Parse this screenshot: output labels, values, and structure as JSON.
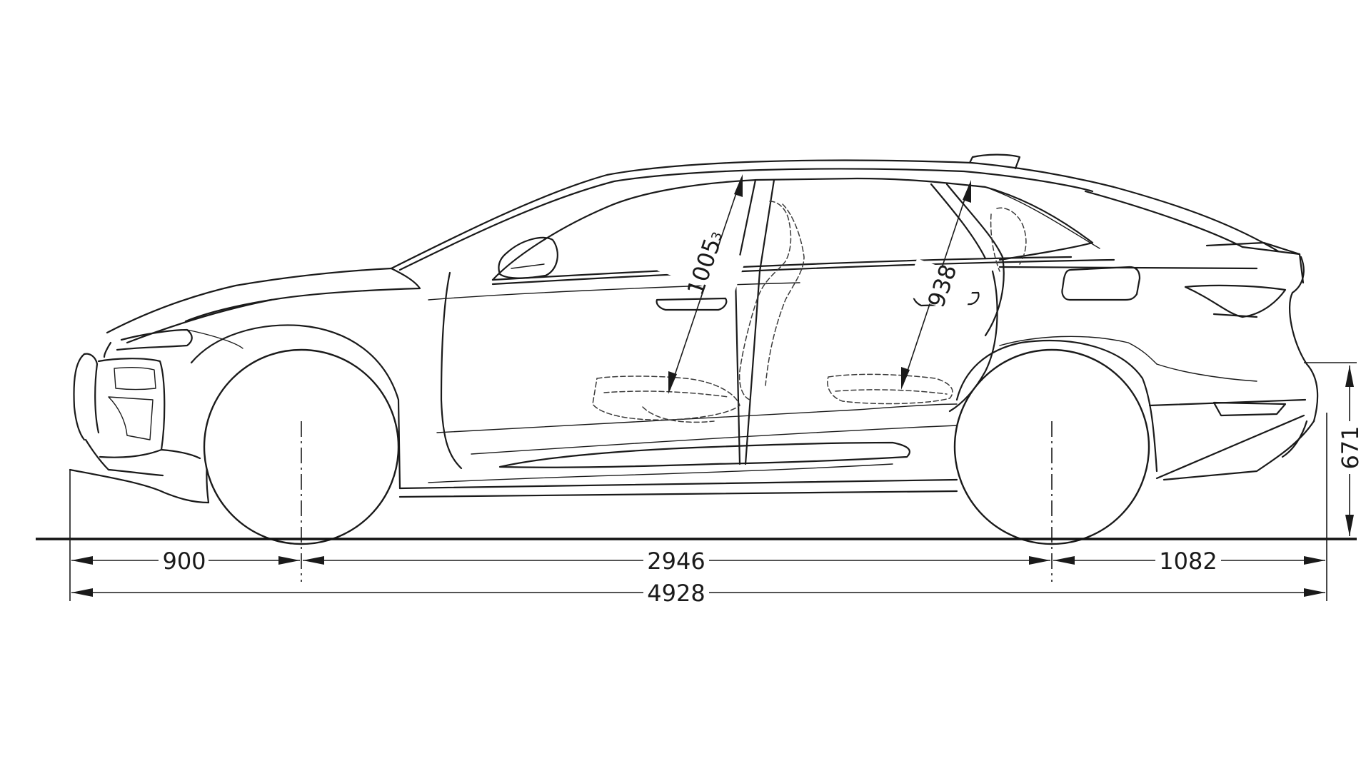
{
  "diagram": {
    "front_overhang": "900",
    "wheelbase": "2946",
    "rear_overhang": "1082",
    "overall_length": "4928",
    "front_headroom": "1005",
    "front_headroom_suffix": "3",
    "rear_headroom": "938",
    "rear_height": "671"
  },
  "colors": {
    "line": "#1a1a1a",
    "background": "#ffffff"
  }
}
